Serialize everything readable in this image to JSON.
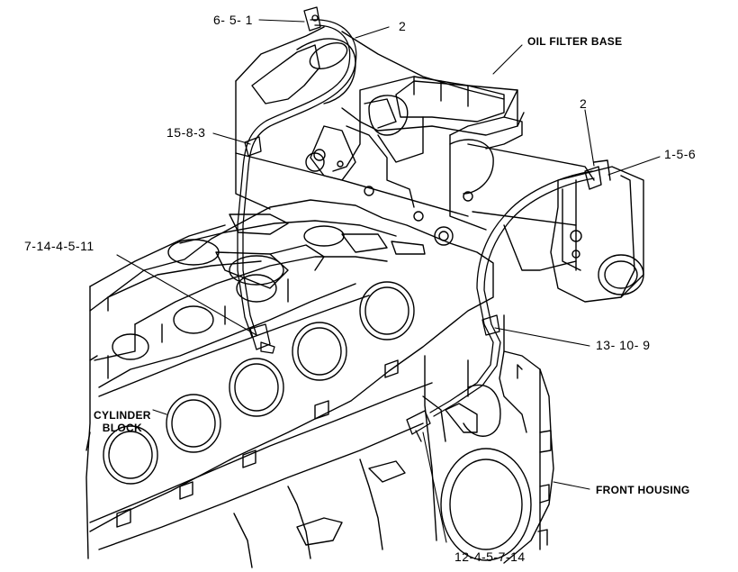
{
  "callouts": {
    "c_6_5_1": "6- 5- 1",
    "c_2_top": "2",
    "c_oil_filter_base": "OIL FILTER BASE",
    "c_2_right": "2",
    "c_15_8_3": "15-8-3",
    "c_1_5_6": "1-5-6",
    "c_7_14_4_5_11": "7-14-4-5-11",
    "c_13_10_9": "13- 10- 9",
    "c_cylinder_block_l1": "CYLINDER",
    "c_cylinder_block_l2": "BLOCK",
    "c_front_housing": "FRONT HOUSING",
    "c_12_4_5_7_14": "12-4-5-7-14"
  }
}
